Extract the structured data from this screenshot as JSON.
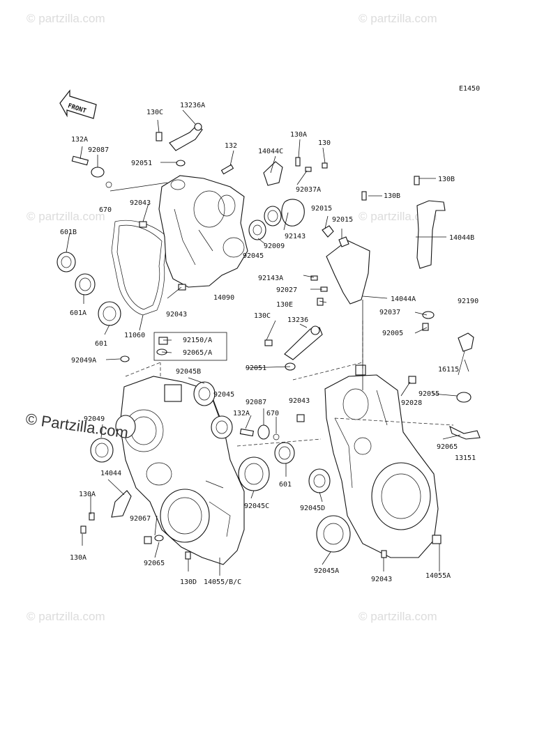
{
  "diagram": {
    "ref_code": "E1450",
    "front_arrow_text": "FRONT",
    "watermark": "© Partzilla.com",
    "watermark_small": "© partzilla.com",
    "labels": [
      {
        "id": "lbl-130c-top",
        "text": "130C"
      },
      {
        "id": "lbl-13236a",
        "text": "13236A"
      },
      {
        "id": "lbl-132a-top",
        "text": "132A"
      },
      {
        "id": "lbl-92087-top",
        "text": "92087"
      },
      {
        "id": "lbl-92051-top",
        "text": "92051"
      },
      {
        "id": "lbl-132",
        "text": "132"
      },
      {
        "id": "lbl-14044c",
        "text": "14044C"
      },
      {
        "id": "lbl-130a-top",
        "text": "130A"
      },
      {
        "id": "lbl-130",
        "text": "130"
      },
      {
        "id": "lbl-92037a",
        "text": "92037A"
      },
      {
        "id": "lbl-130b",
        "text": "130B"
      },
      {
        "id": "lbl-130b-2",
        "text": "130B"
      },
      {
        "id": "lbl-670-top",
        "text": "670"
      },
      {
        "id": "lbl-92043-a",
        "text": "92043"
      },
      {
        "id": "lbl-92015-a",
        "text": "92015"
      },
      {
        "id": "lbl-92015-b",
        "text": "92015"
      },
      {
        "id": "lbl-14044b",
        "text": "14044B"
      },
      {
        "id": "lbl-601b",
        "text": "601B"
      },
      {
        "id": "lbl-92143",
        "text": "92143"
      },
      {
        "id": "lbl-92009",
        "text": "92009"
      },
      {
        "id": "lbl-92045-top",
        "text": "92045"
      },
      {
        "id": "lbl-92143a",
        "text": "92143A"
      },
      {
        "id": "lbl-92027",
        "text": "92027"
      },
      {
        "id": "lbl-14044a",
        "text": "14044A"
      },
      {
        "id": "lbl-601a",
        "text": "601A"
      },
      {
        "id": "lbl-92043-b",
        "text": "92043"
      },
      {
        "id": "lbl-14090",
        "text": "14090"
      },
      {
        "id": "lbl-130e",
        "text": "130E"
      },
      {
        "id": "lbl-92190",
        "text": "92190"
      },
      {
        "id": "lbl-92037",
        "text": "92037"
      },
      {
        "id": "lbl-601-top",
        "text": "601"
      },
      {
        "id": "lbl-11060",
        "text": "11060"
      },
      {
        "id": "lbl-130c-mid",
        "text": "130C"
      },
      {
        "id": "lbl-13236",
        "text": "13236"
      },
      {
        "id": "lbl-92005",
        "text": "92005"
      },
      {
        "id": "lbl-92150a",
        "text": "92150/A"
      },
      {
        "id": "lbl-92065a",
        "text": "92065/A"
      },
      {
        "id": "lbl-92049a",
        "text": "92049A"
      },
      {
        "id": "lbl-92045b",
        "text": "92045B"
      },
      {
        "id": "lbl-92051-mid",
        "text": "92051"
      },
      {
        "id": "lbl-16115",
        "text": "16115"
      },
      {
        "id": "lbl-92045-mid",
        "text": "92045"
      },
      {
        "id": "lbl-92043-c",
        "text": "92043"
      },
      {
        "id": "lbl-92028",
        "text": "92028"
      },
      {
        "id": "lbl-92055",
        "text": "92055"
      },
      {
        "id": "lbl-92087-mid",
        "text": "92087"
      },
      {
        "id": "lbl-92049",
        "text": "92049"
      },
      {
        "id": "lbl-132a-mid",
        "text": "132A"
      },
      {
        "id": "lbl-670-mid",
        "text": "670"
      },
      {
        "id": "lbl-92065-r",
        "text": "92065"
      },
      {
        "id": "lbl-13151",
        "text": "13151"
      },
      {
        "id": "lbl-14044",
        "text": "14044"
      },
      {
        "id": "lbl-601-mid",
        "text": "601"
      },
      {
        "id": "lbl-130a-mid",
        "text": "130A"
      },
      {
        "id": "lbl-92045c",
        "text": "92045C"
      },
      {
        "id": "lbl-92045d",
        "text": "92045D"
      },
      {
        "id": "lbl-92067",
        "text": "92067"
      },
      {
        "id": "lbl-130a-bot",
        "text": "130A"
      },
      {
        "id": "lbl-92065-bot",
        "text": "92065"
      },
      {
        "id": "lbl-92045a",
        "text": "92045A"
      },
      {
        "id": "lbl-92043-d",
        "text": "92043"
      },
      {
        "id": "lbl-14055a",
        "text": "14055A"
      },
      {
        "id": "lbl-130d",
        "text": "130D"
      },
      {
        "id": "lbl-14055bc",
        "text": "14055/B/C"
      }
    ]
  }
}
